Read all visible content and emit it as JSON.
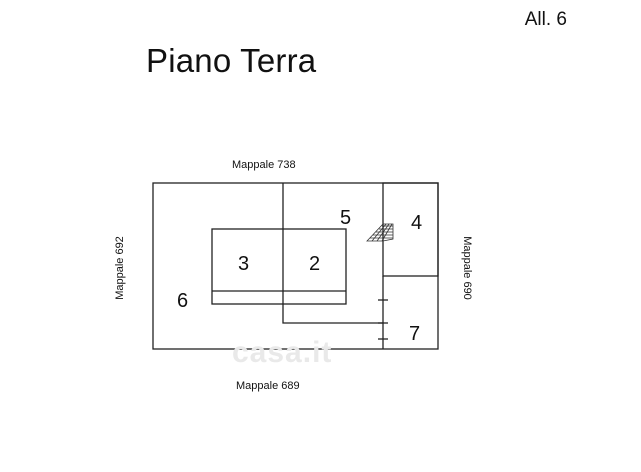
{
  "header": {
    "annex_label": "All. 6",
    "floor_title": "Piano Terra"
  },
  "boundaries": {
    "top": "Mappale 738",
    "bottom": "Mappale 689",
    "left": "Mappale 692",
    "right": "Mappale 690"
  },
  "rooms": [
    "3",
    "2",
    "5",
    "4",
    "6",
    "7"
  ],
  "watermark": "casa.it"
}
